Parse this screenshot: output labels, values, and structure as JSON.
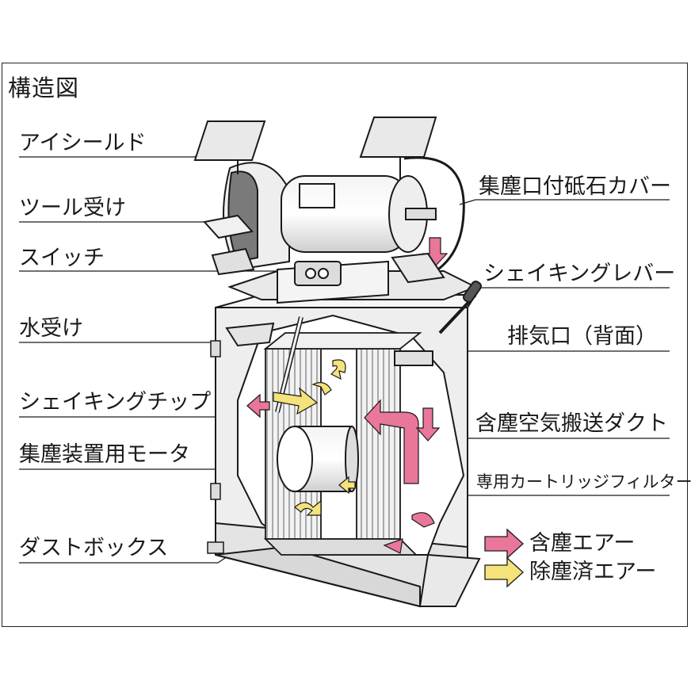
{
  "title": "構造図",
  "labels_left": [
    {
      "id": "eye-shield",
      "text": "アイシールド"
    },
    {
      "id": "tool-rest",
      "text": "ツール受け"
    },
    {
      "id": "switch",
      "text": "スイッチ"
    },
    {
      "id": "water-tray",
      "text": "水受け"
    },
    {
      "id": "shaking-tip",
      "text": "シェイキングチップ"
    },
    {
      "id": "dust-motor",
      "text": "集塵装置用モータ"
    },
    {
      "id": "dust-box",
      "text": "ダストボックス"
    }
  ],
  "labels_right": [
    {
      "id": "wheel-cover",
      "text": "集塵口付砥石カバー"
    },
    {
      "id": "shaking-lever",
      "text": "シェイキングレバー"
    },
    {
      "id": "exhaust",
      "text": "排気口（背面）"
    },
    {
      "id": "duct",
      "text": "含塵空気搬送ダクト"
    },
    {
      "id": "filter",
      "text": "専用カートリッジフィルター"
    }
  ],
  "legend": [
    {
      "id": "dusty-air",
      "text": "含塵エアー",
      "color": "#e8779a"
    },
    {
      "id": "clean-air",
      "text": "除塵済エアー",
      "color": "#f5e27a"
    }
  ],
  "colors": {
    "line": "#1a1a1a",
    "dusty": "#e8779a",
    "clean": "#f5e27a",
    "metal": "#e6e6e6",
    "shade": "#9a9a9a"
  }
}
